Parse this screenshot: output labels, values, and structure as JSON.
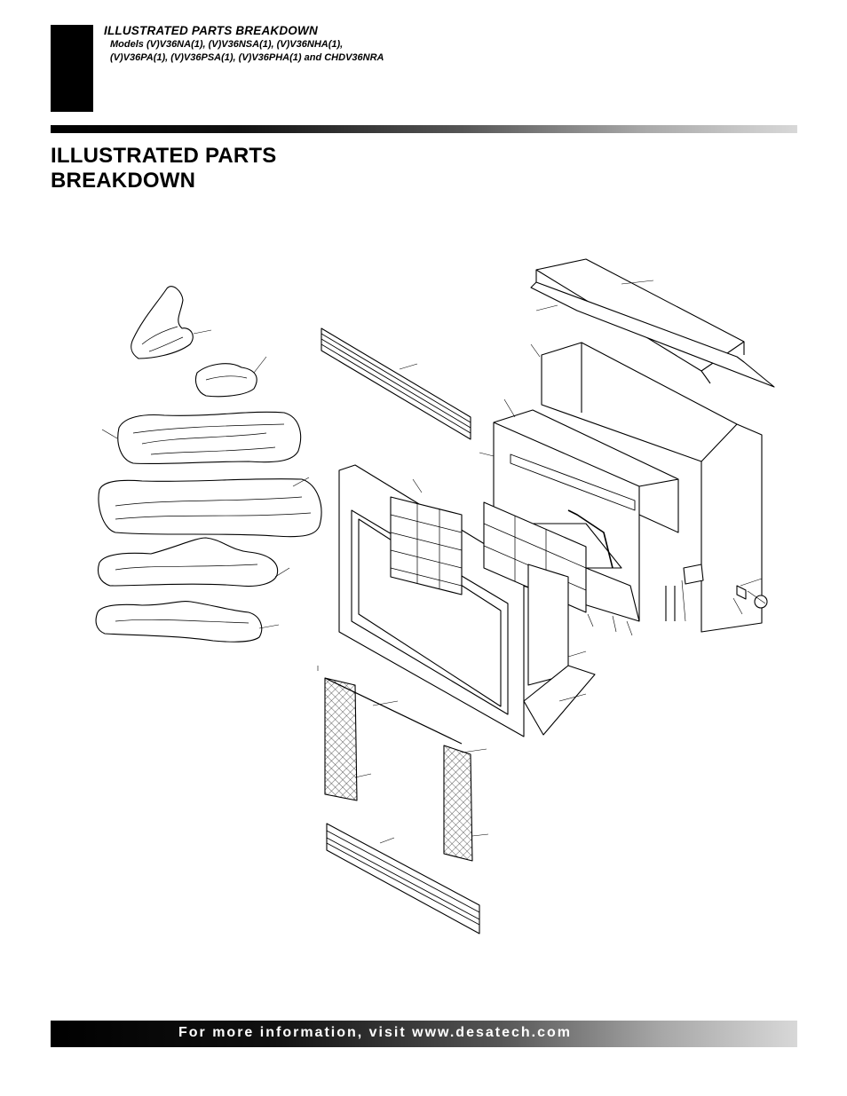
{
  "header": {
    "section_title": "ILLUSTRATED PARTS BREAKDOWN",
    "models_line1": "Models (V)V36NA(1), (V)V36NSA(1), (V)V36NHA(1),",
    "models_line2": "(V)V36PA(1), (V)V36PSA(1), (V)V36PHA(1) and CHDV36NRA"
  },
  "page": {
    "title_line1": "ILLUSTRATED PARTS",
    "title_line2": "BREAKDOWN"
  },
  "footer": {
    "text": "For more information, visit www.desatech.com"
  },
  "colors": {
    "text": "#000000",
    "footer_text": "#ffffff",
    "screen_mesh": "#333333"
  }
}
